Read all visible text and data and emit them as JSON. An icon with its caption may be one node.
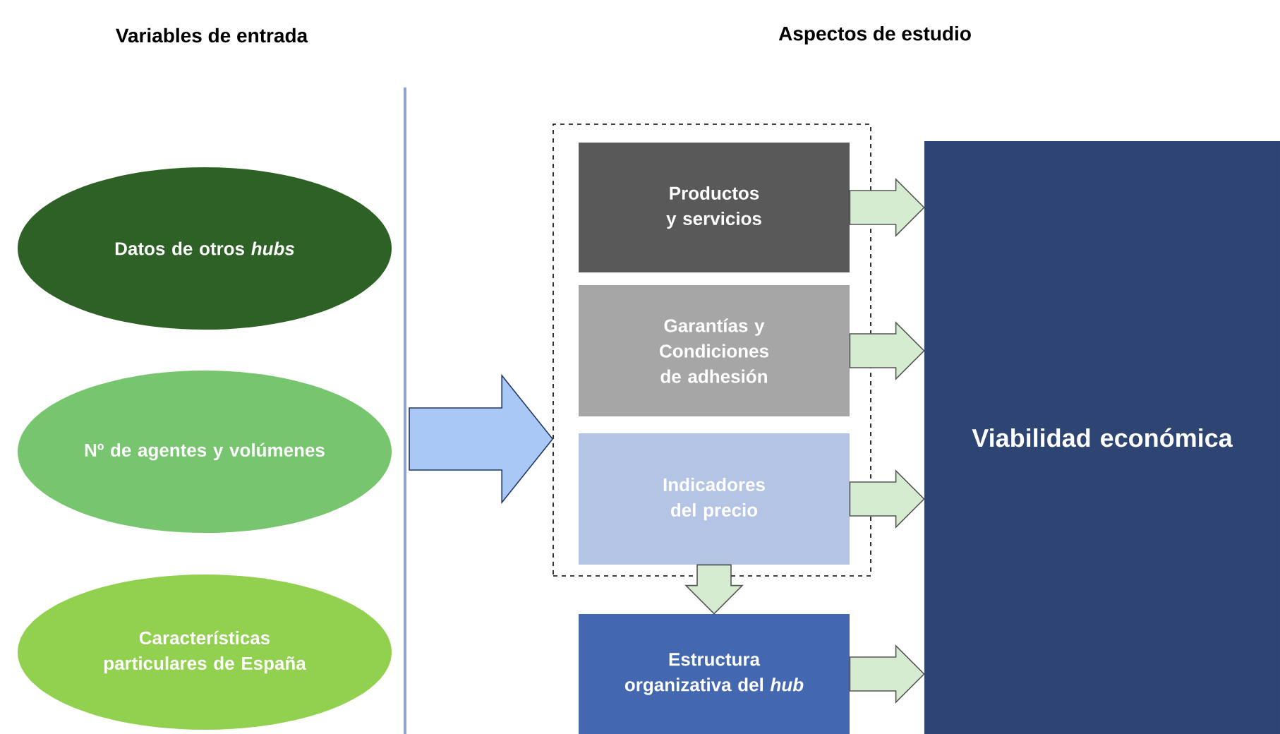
{
  "diagram": {
    "nodes": [
      {
        "text": [
          "Datos de otros *hubs*"
        ]
      },
      {
        "text": [
          "Nº de agentes y volúmenes"
        ]
      },
      {
        "text": [
          "Características particulares de España"
        ]
      },
      {
        "text": [],
        "shape": "box"
      },
      {
        "text": [
          "Productos y servicios"
        ],
        "in": 3
      },
      {
        "text": [
          "Garantías y Condiciones de adhesión"
        ],
        "in": 3
      },
      {
        "text": [
          "Indicadores del precio"
        ],
        "in": 3
      },
      {
        "text": [
          "Estructura organizativa del *hub*"
        ]
      },
      {
        "text": [
          "Viabilidad económica"
        ]
      }
    ],
    "edges": [
      {
        "from": null,
        "to": 3,
        "arrow": "to",
        "color": "#1f3864"
      },
      {
        "from": 4,
        "to": 8,
        "arrow": "to"
      },
      {
        "from": 5,
        "to": 8,
        "arrow": "to"
      },
      {
        "from": 6,
        "to": 8,
        "arrow": "to"
      },
      {
        "from": 6,
        "to": 7,
        "arrow": "to"
      },
      {
        "from": 7,
        "to": 8,
        "arrow": "to"
      }
    ],
    "labels": [
      "Variables de entrada",
      "Aspectos de estudio"
    ]
  }
}
